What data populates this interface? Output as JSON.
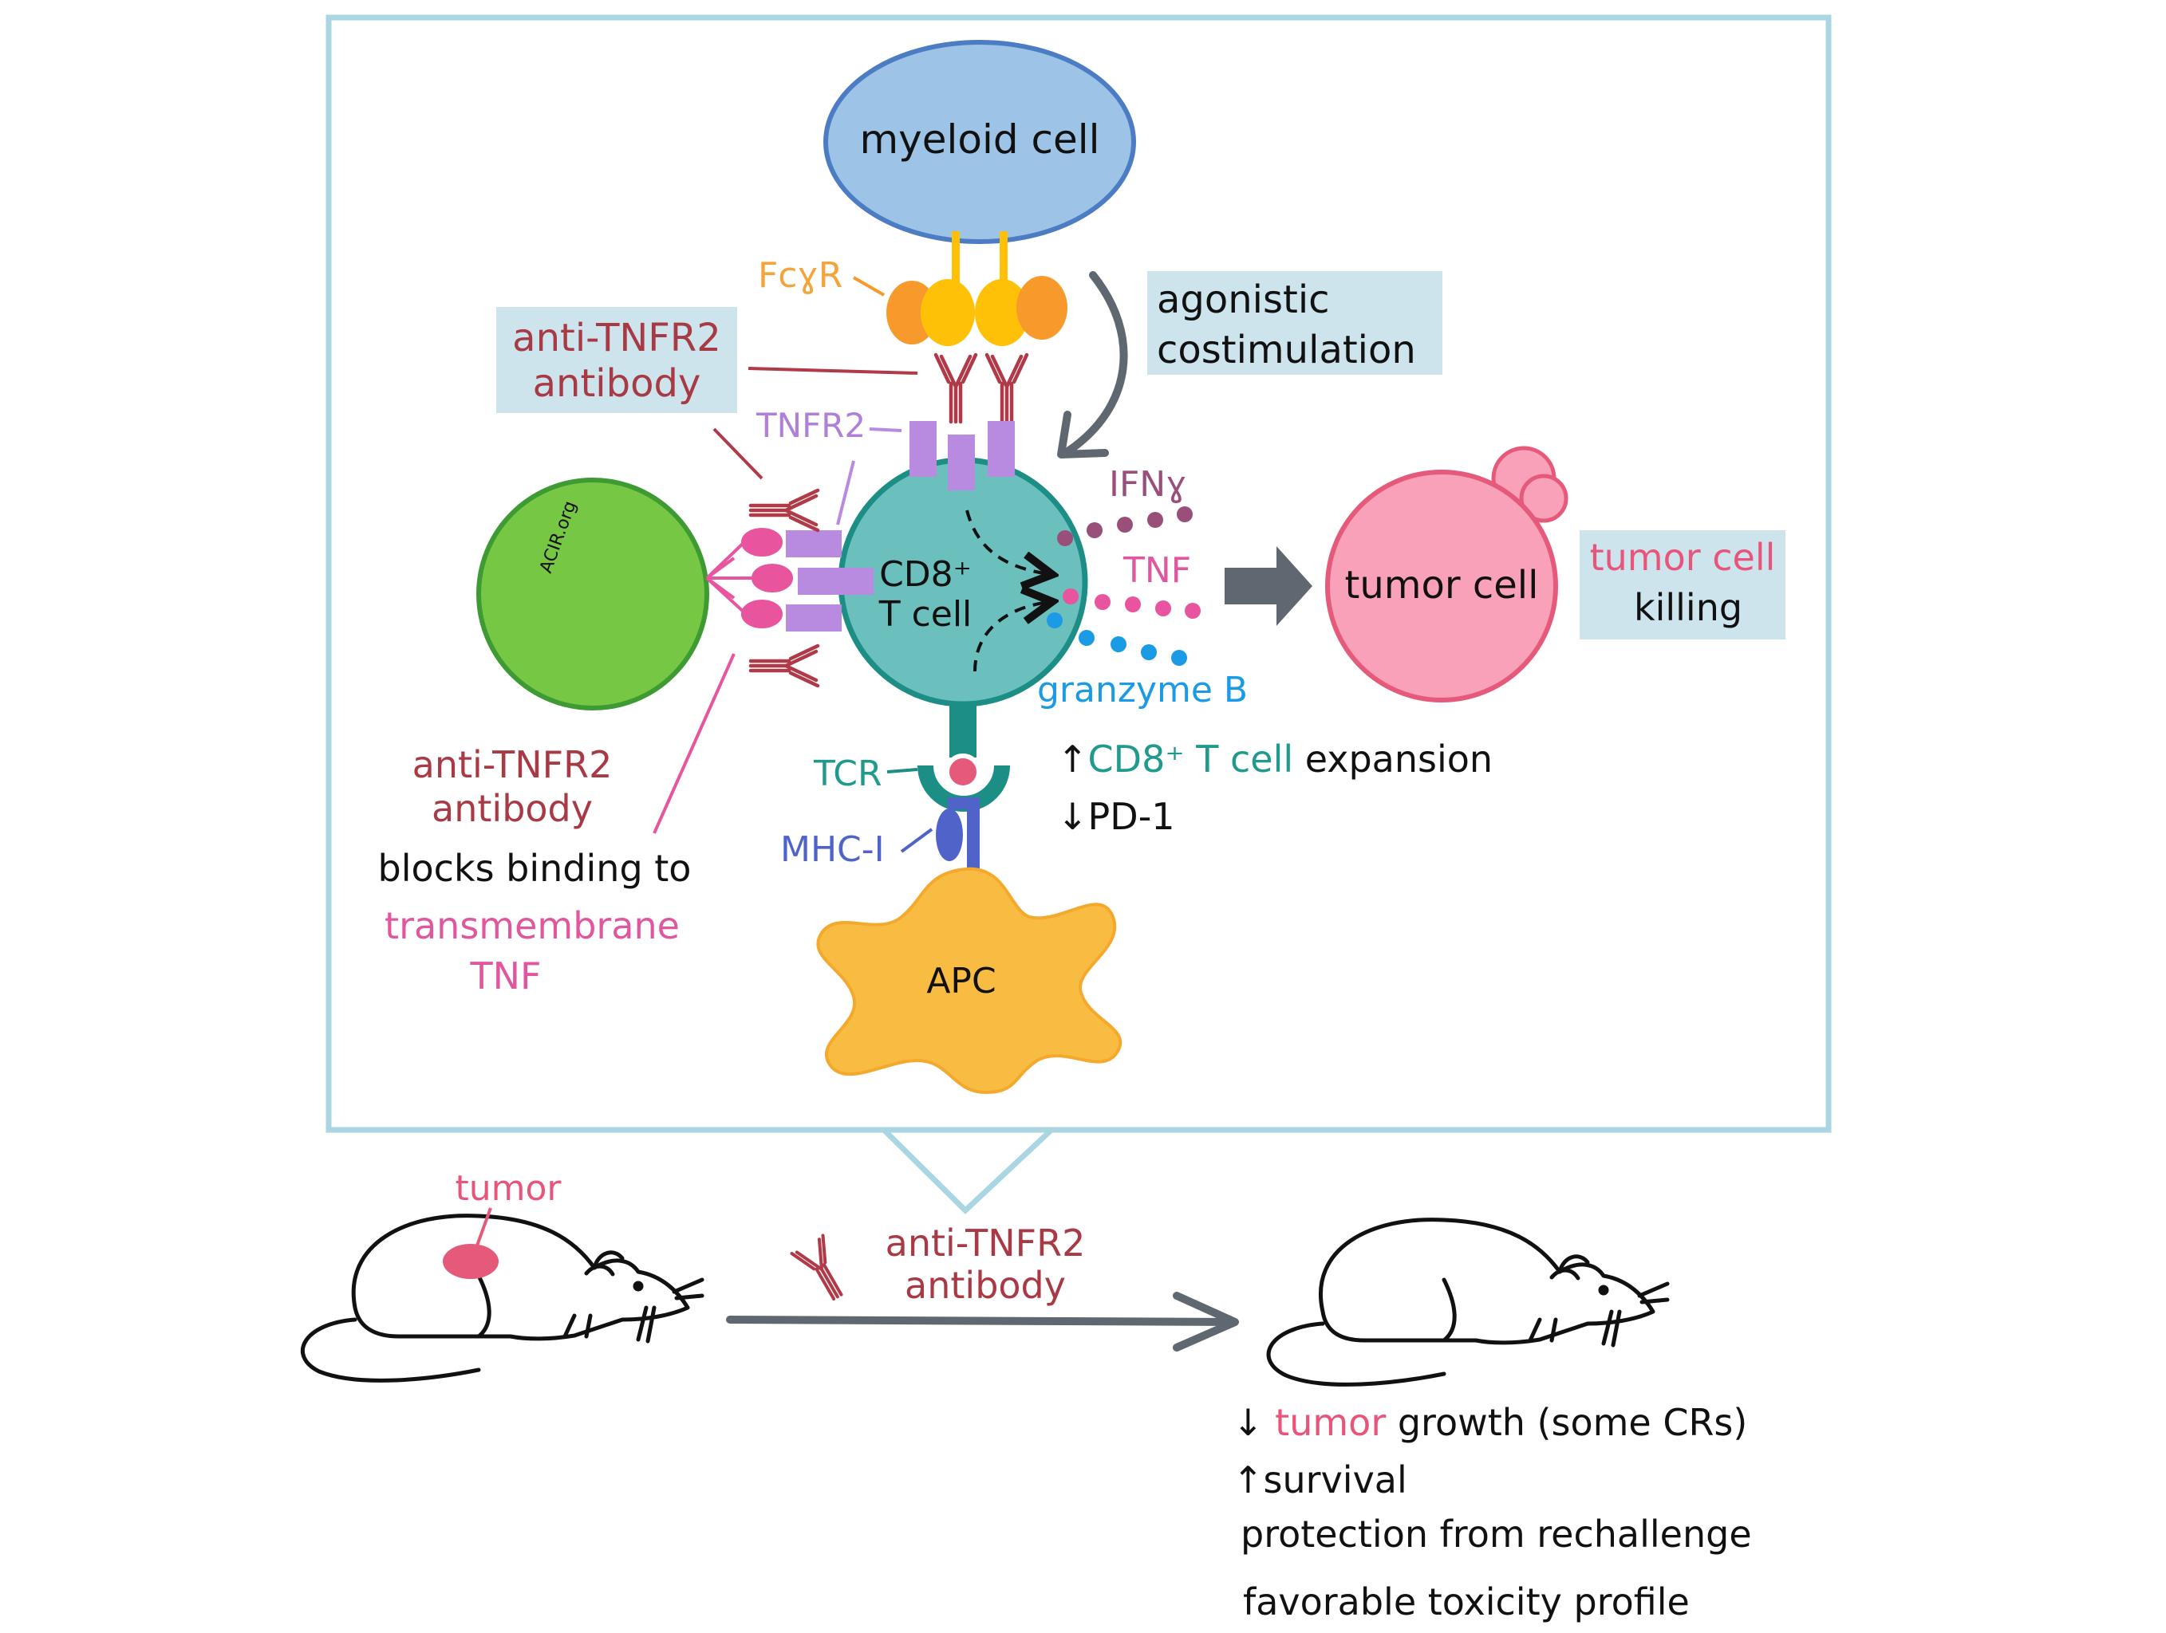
{
  "labels": {
    "myeloid_cell": "myeloid cell",
    "fcyr": "FcɣR",
    "agonistic_line1": "agonistic",
    "agonistic_line2": "costimulation",
    "antibody_top_line1": "anti-TNFR2",
    "antibody_top_line2": "antibody",
    "tnfr2": "TNFR2",
    "acir": "ACIR.org",
    "cd8_line1": "CD8⁺",
    "cd8_line2": "T cell",
    "ifng": "IFNɣ",
    "tnf": "TNF",
    "granzyme": "granzyme B",
    "tumor_cell": "tumor cell",
    "killing_line1": "tumor cell",
    "killing_line2": "killing",
    "antibody_left_line1": "anti-TNFR2",
    "antibody_left_line2": "antibody",
    "blocks": "blocks binding to",
    "transmembrane": "transmembrane",
    "tnf_bottom": "TNF",
    "tcr": "TCR",
    "mhc": "MHC-I",
    "apc": "APC",
    "expansion_arrow": "↑",
    "expansion_highlight": "CD8⁺ T cell",
    "expansion_rest": "expansion",
    "pd1": "↓PD-1",
    "tumor": "tumor",
    "treatment_line1": "anti-TNFR2",
    "treatment_line2": "antibody",
    "outcome1_arrow": "↓",
    "outcome1_highlight": "tumor",
    "outcome1_rest": "growth (some CRs)",
    "outcome2": "↑survival",
    "outcome3": "protection from rechallenge",
    "outcome4": "favorable toxicity profile"
  },
  "colors": {
    "frame": "#a9d6e2",
    "myeloid": "#9dc3e6",
    "tcell": "#6bbfbd",
    "green_cell": "#76c743",
    "tumor_cell": "#f9a1b8",
    "apc": "#f9bc42",
    "tnfr2": "#b98be0",
    "antibody": "#b03a48",
    "fcyr_light": "#ffc107",
    "fcyr_dark": "#f79a2b",
    "ifng": "#9a4f7a",
    "tnf": "#e8559e",
    "granzyme": "#1b9be6",
    "highlight_box": "#cde4ec",
    "arrow": "#5f6770"
  }
}
